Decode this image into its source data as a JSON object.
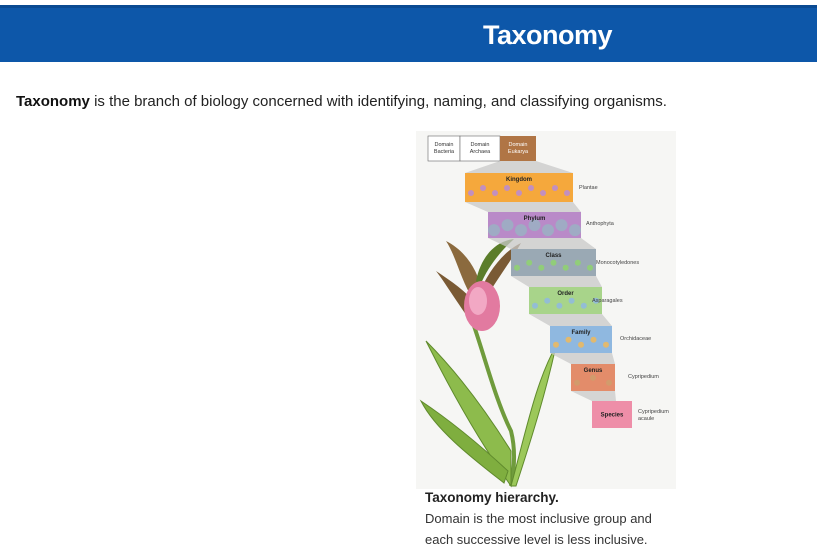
{
  "header": {
    "title": "Taxonomy"
  },
  "intro": {
    "term": "Taxonomy",
    "text": " is the branch of biology concerned with identifying, naming, and classifying organisms."
  },
  "figure": {
    "domains": [
      {
        "top": "Domain",
        "bottom": "Bacteria"
      },
      {
        "top": "Domain",
        "bottom": "Archaea"
      },
      {
        "top": "Domain",
        "bottom": "Eukarya"
      }
    ],
    "levels": [
      {
        "rank": "Kingdom",
        "example": "Plantae"
      },
      {
        "rank": "Phylum",
        "example": "Anthophyta"
      },
      {
        "rank": "Class",
        "example": "Monocotyledones"
      },
      {
        "rank": "Order",
        "example": "Asparagales"
      },
      {
        "rank": "Family",
        "example": "Orchidaceae"
      },
      {
        "rank": "Genus",
        "example": "Cypripedium"
      },
      {
        "rank": "Species",
        "example": "Cypripedium",
        "example2": "acaule"
      }
    ],
    "colors": {
      "domain_eukarya": "#b07545",
      "kingdom": "#f5a83c",
      "phylum": "#b98ac8",
      "class": "#9aa9b4",
      "order": "#a8d48a",
      "family": "#8fb8e0",
      "genus": "#e38c6a",
      "species": "#ee8ea8"
    }
  },
  "caption": {
    "title": "Taxonomy hierarchy.",
    "line1": "Domain is the most inclusive group and",
    "line2": "each successive level is less inclusive."
  }
}
